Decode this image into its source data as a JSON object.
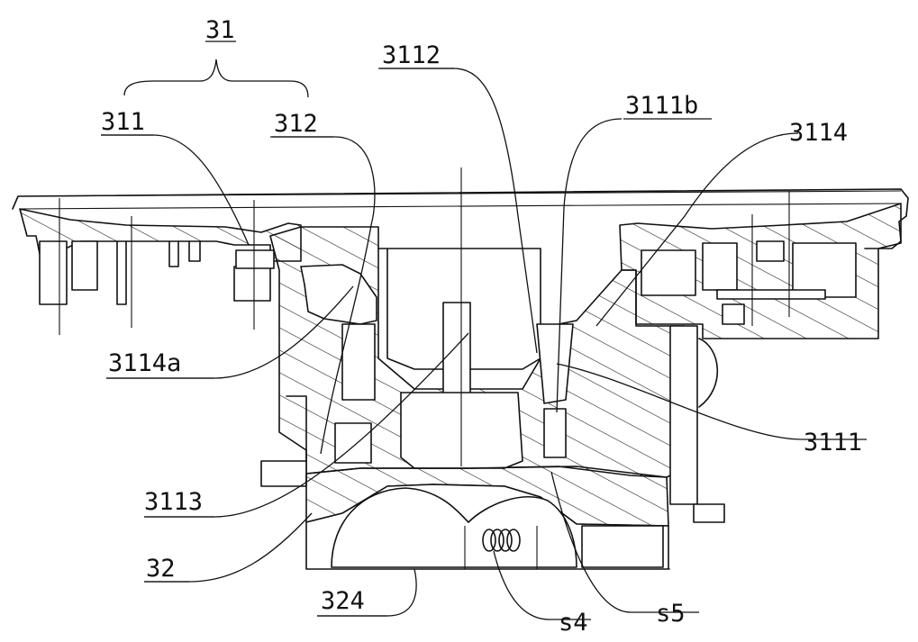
{
  "labels": {
    "l31": "31",
    "l311": "311",
    "l312": "312",
    "l3112": "3112",
    "l3111b": "3111b",
    "l3114": "3114",
    "l3114a": "3114a",
    "l3111": "3111",
    "l3113": "3113",
    "l32": "32",
    "l324": "324",
    "ls4": "s4",
    "ls5": "s5"
  }
}
